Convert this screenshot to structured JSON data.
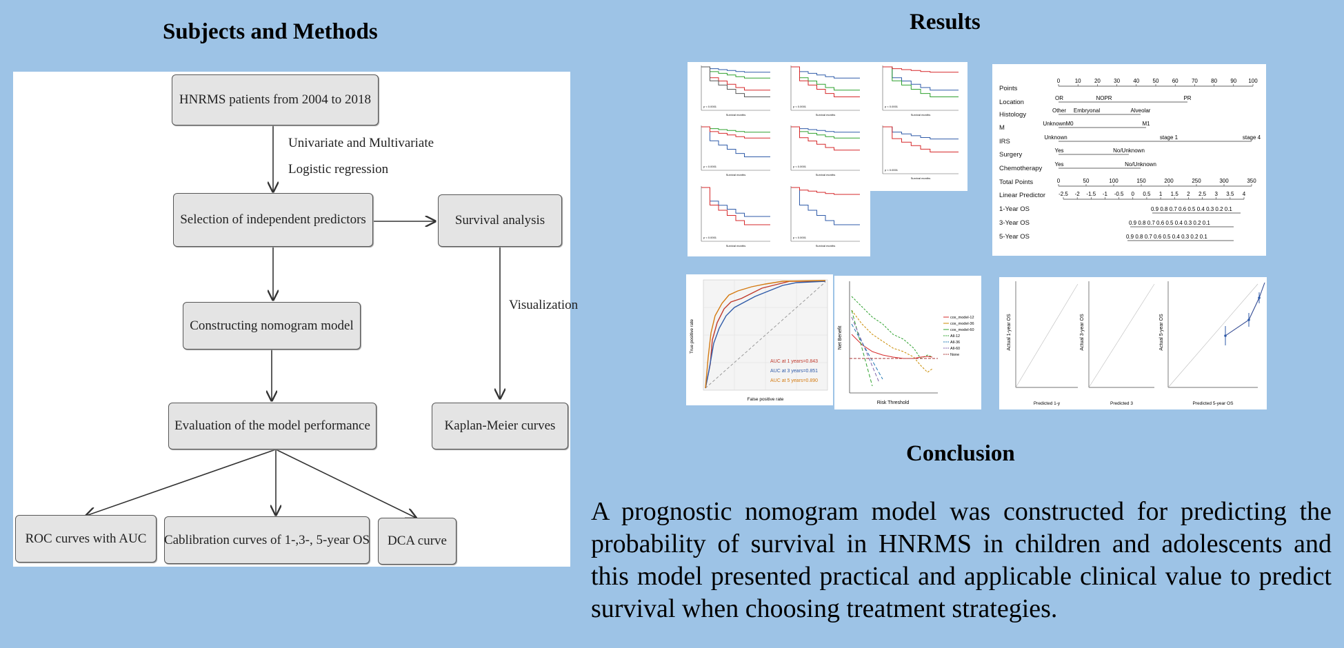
{
  "headings": {
    "methods": "Subjects and Methods",
    "results": "Results",
    "conclusion": "Conclusion"
  },
  "flowchart": {
    "patients": "HNRMS patients from 2004 to 2018",
    "regression_line1": "Univariate and Multivariate",
    "regression_line2": "Logistic regression",
    "selection": "Selection of independent predictors",
    "survival": "Survival analysis",
    "visualization": "Visualization",
    "nomogram": "Constructing nomogram model",
    "evaluation": "Evaluation of the model performance",
    "km": "Kaplan-Meier curves",
    "roc": "ROC curves with AUC",
    "calibration": "Cablibration curves of 1-,3-, 5-year OS",
    "dca": "DCA curve"
  },
  "km_panels": [
    {
      "p": "p < 0.0001",
      "xlabel": "Survival months"
    },
    {
      "p": "p < 0.0001",
      "xlabel": "Survival months"
    },
    {
      "p": "p < 0.0001",
      "xlabel": "Survival months"
    },
    {
      "p": "p < 0.0001",
      "xlabel": "Survival months"
    },
    {
      "p": "p < 0.0001",
      "xlabel": "Survival months"
    },
    {
      "p": "p < 0.0001",
      "xlabel": "Survival months"
    },
    {
      "p": "p < 0.0001",
      "xlabel": "Survival months"
    },
    {
      "p": "p < 0.0001",
      "xlabel": "Survival months"
    }
  ],
  "nomogram": {
    "rows": [
      "Points",
      "Location",
      "Histology",
      "M",
      "IRS",
      "Surgery",
      "Chemotherapy",
      "Total Points",
      "Linear Predictor",
      "1-Year OS",
      "3-Year OS",
      "5-Year OS"
    ],
    "points_ticks": [
      "0",
      "10",
      "20",
      "30",
      "40",
      "50",
      "60",
      "70",
      "80",
      "90",
      "100"
    ],
    "location": [
      "NOPR",
      "OR",
      "PR"
    ],
    "histology": [
      "Embryonal",
      "Other",
      "Alveolar"
    ],
    "m": [
      "M0",
      "Unknown",
      "M1"
    ],
    "irs": [
      "stage 1",
      "Unknown",
      "stage 4"
    ],
    "surgery": [
      "No/Unknown",
      "Yes"
    ],
    "chemo": [
      "No/Unknown",
      "Yes"
    ],
    "total_ticks": [
      "0",
      "50",
      "100",
      "150",
      "200",
      "250",
      "300",
      "350"
    ],
    "lp_ticks": [
      "-2.5",
      "-2",
      "-1.5",
      "-1",
      "-0.5",
      "0",
      "0.5",
      "1",
      "1.5",
      "2",
      "2.5",
      "3",
      "3.5",
      "4"
    ],
    "os1": "0.9    0.8  0.7 0.6 0.5 0.4 0.3 0.2 0.1",
    "os3": "0.9        0.8  0.7 0.6 0.5 0.4 0.3 0.2  0.1",
    "os5": "0.9        0.8  0.7 0.6 0.5 0.4 0.3 0.2  0.1"
  },
  "roc": {
    "xlabel": "False positive rate",
    "ylabel": "True positive rate",
    "legend": [
      "AUC at 1 years=0.843",
      "AUC at 3 years=0.851",
      "AUC at 5 years=0.890"
    ],
    "colors": [
      "#c0392b",
      "#2e5aa8",
      "#d47a10"
    ]
  },
  "dca": {
    "xlabel": "Risk Threshold",
    "ylabel": "Net Benefit",
    "legend": [
      "cox_model-12",
      "cox_model-36",
      "cox_model-60",
      "All-12",
      "All-36",
      "All-60",
      "None"
    ]
  },
  "calibration": {
    "ylabels": [
      "Actual 1-year OS",
      "Actual 3-year OS",
      "Actual 5-year OS"
    ],
    "xlabels": [
      "Predicted 1-y",
      "Predicted 3",
      "Predicted 5-year OS"
    ]
  },
  "conclusion_text": "A prognostic nomogram model was constructed for predicting the probability of survival in HNRMS in children and adolescents and this model presented practical and applicable clinical value to predict survival when choosing treatment strategies."
}
